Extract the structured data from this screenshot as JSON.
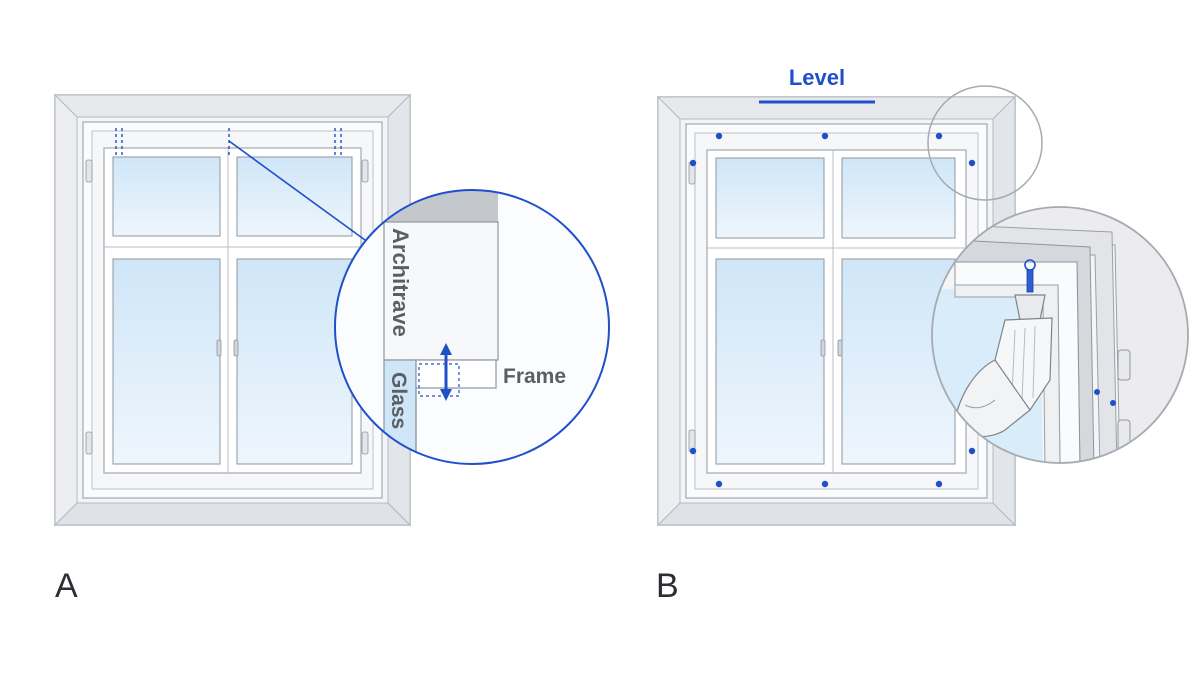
{
  "panels": [
    {
      "letter": "A"
    },
    {
      "letter": "B"
    }
  ],
  "detail_a": {
    "architrave": "Architrave",
    "glass": "Glass",
    "frame": "Frame"
  },
  "level": {
    "label": "Level"
  },
  "colors": {
    "accent": "#1f4fc9",
    "glass": "#d6ebfa",
    "frame": "#f4f6f8",
    "outline": "#9aa1a9",
    "shadow": "#c9ccd0"
  }
}
